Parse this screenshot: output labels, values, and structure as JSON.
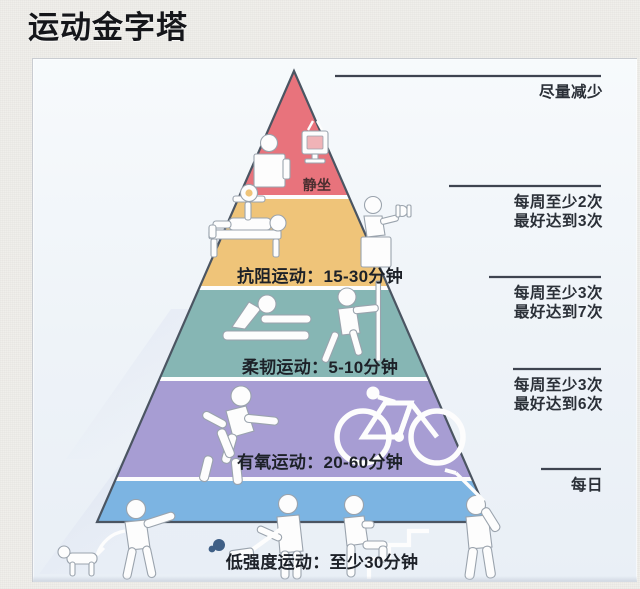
{
  "header": {
    "title": "运动金字塔"
  },
  "figure": {
    "type": "exercise-pyramid",
    "tiers": [
      {
        "id": "sedentary",
        "caption": "静坐",
        "color": "#e8737c",
        "frequency": "尽量减少",
        "icons": [
          "person-sitting-icon",
          "television-icon"
        ]
      },
      {
        "id": "resistance",
        "caption": "抗阻运动：15-30分钟",
        "color": "#efc479",
        "frequency": "每周至少2次\n最好达到3次",
        "icons": [
          "bench-press-icon",
          "dumbbell-curl-icon"
        ]
      },
      {
        "id": "flexibility",
        "caption": "柔韧运动：5-10分钟",
        "color": "#86b6b4",
        "frequency": "每周至少3次\n最好达到7次",
        "icons": [
          "seated-stretch-icon",
          "wall-stretch-icon"
        ]
      },
      {
        "id": "aerobic",
        "caption": "有氧运动：20-60分钟",
        "color": "#a79dd3",
        "frequency": "每周至少3次\n最好达到6次",
        "icons": [
          "runner-icon",
          "bicycle-icon"
        ]
      },
      {
        "id": "low-intensity",
        "caption": "低强度运动：至少30分钟",
        "color": "#7cb4e2",
        "frequency": "每日",
        "icons": [
          "walking-dog-icon",
          "vacuuming-icon",
          "stair-climbing-icon",
          "golf-swing-icon"
        ]
      }
    ]
  },
  "colors": {
    "page_background": "#f0efeb",
    "card_background": "#f2f6fa",
    "title_text": "#15161a",
    "annotation_text": "#2b3038",
    "rule_line": "#3e4450",
    "pyramid_outline": "#4b5562",
    "tier_divider": "#ffffff"
  }
}
